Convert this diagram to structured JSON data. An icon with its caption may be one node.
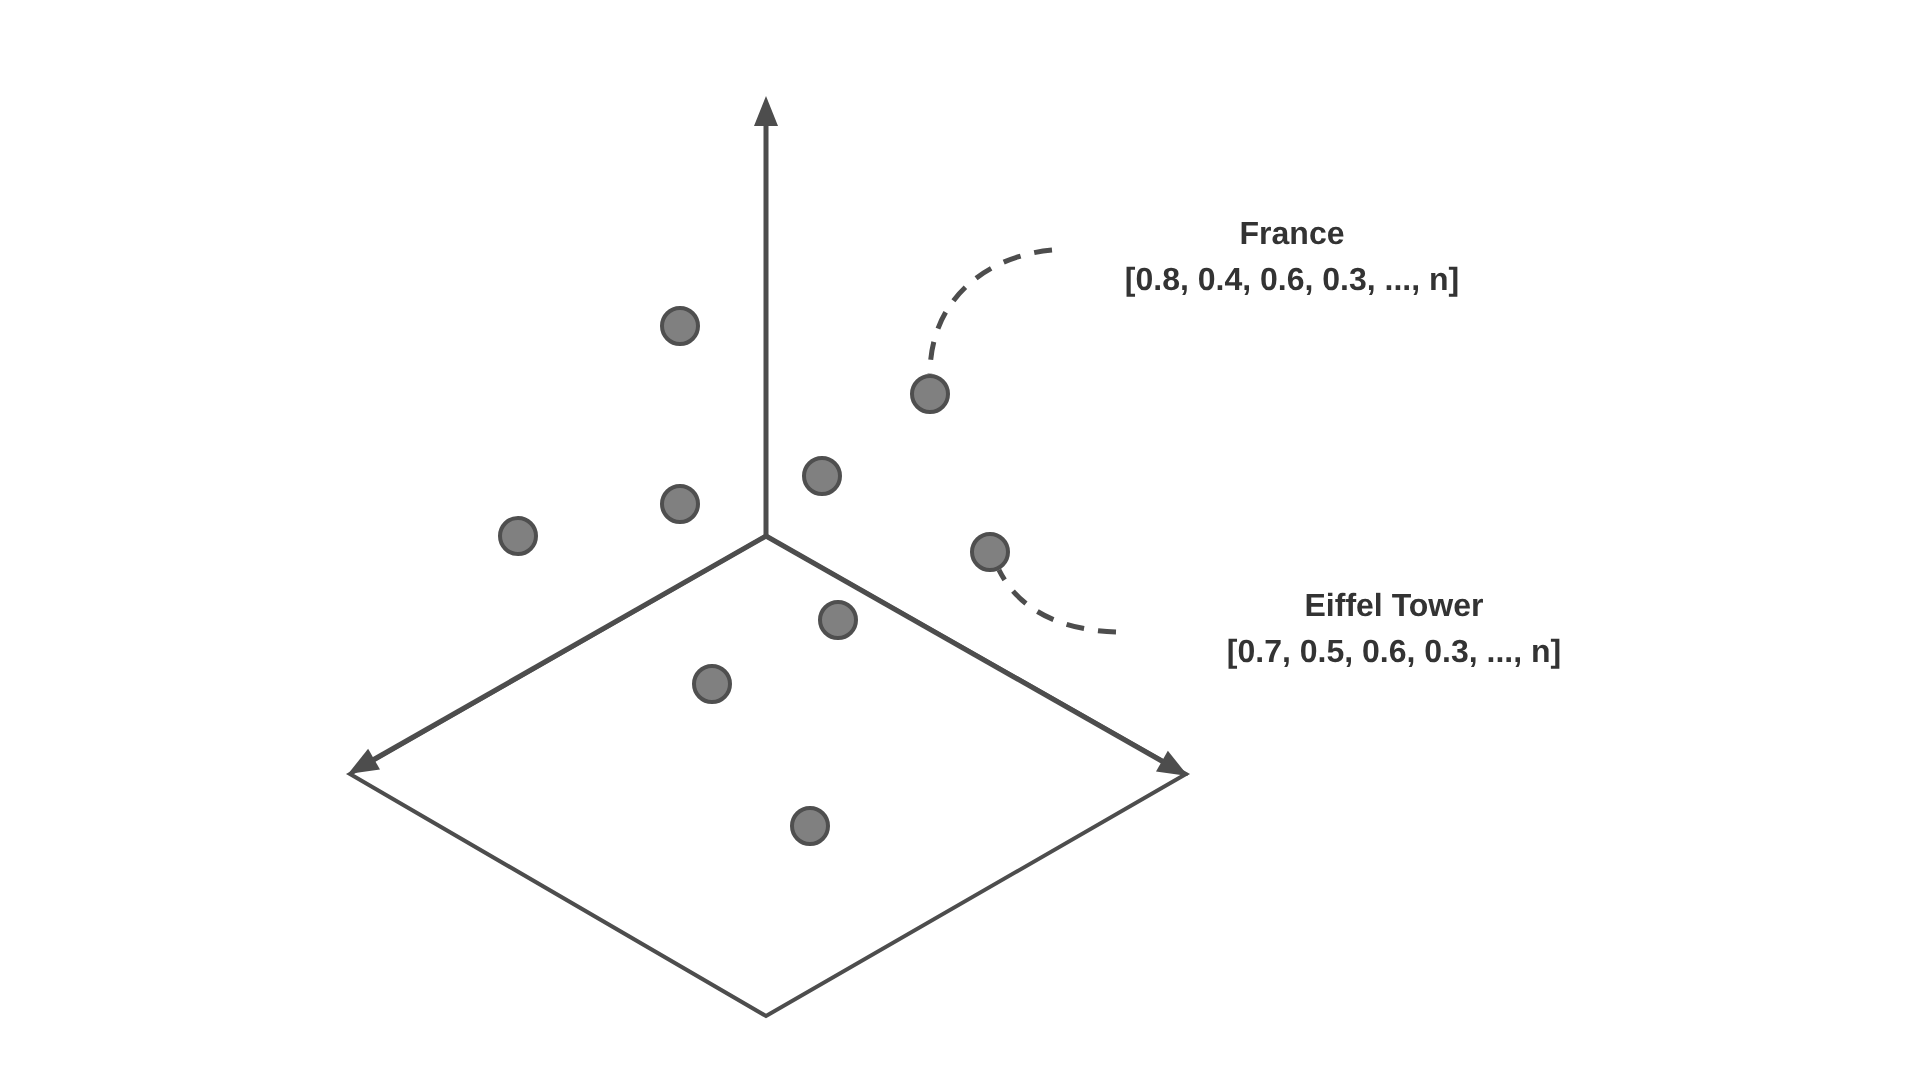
{
  "diagram": {
    "nodes": [
      {
        "text": [
          "France",
          "[0.8, 0.4, 0.6, 0.3, ..., n]"
        ]
      },
      {
        "text": [],
        "shape": "circle"
      },
      {
        "text": [],
        "shape": "circle"
      },
      {
        "text": [],
        "shape": "circle"
      },
      {
        "text": [],
        "shape": "circle"
      },
      {
        "text": [],
        "shape": "circle"
      },
      {
        "text": [],
        "shape": "circle"
      },
      {
        "text": [
          "Eiffel Tower",
          "[0.7, 0.5, 0.6, 0.3, ..., n]"
        ]
      },
      {
        "text": [],
        "shape": "circle"
      },
      {
        "text": [],
        "shape": "circle"
      },
      {
        "text": [],
        "shape": "circle"
      }
    ],
    "edges": [
      {
        "from": 0,
        "to": 2,
        "arrow": "none",
        "style": "dashed"
      },
      {
        "from": 7,
        "to": 6,
        "arrow": "none",
        "style": "dashed"
      }
    ]
  }
}
